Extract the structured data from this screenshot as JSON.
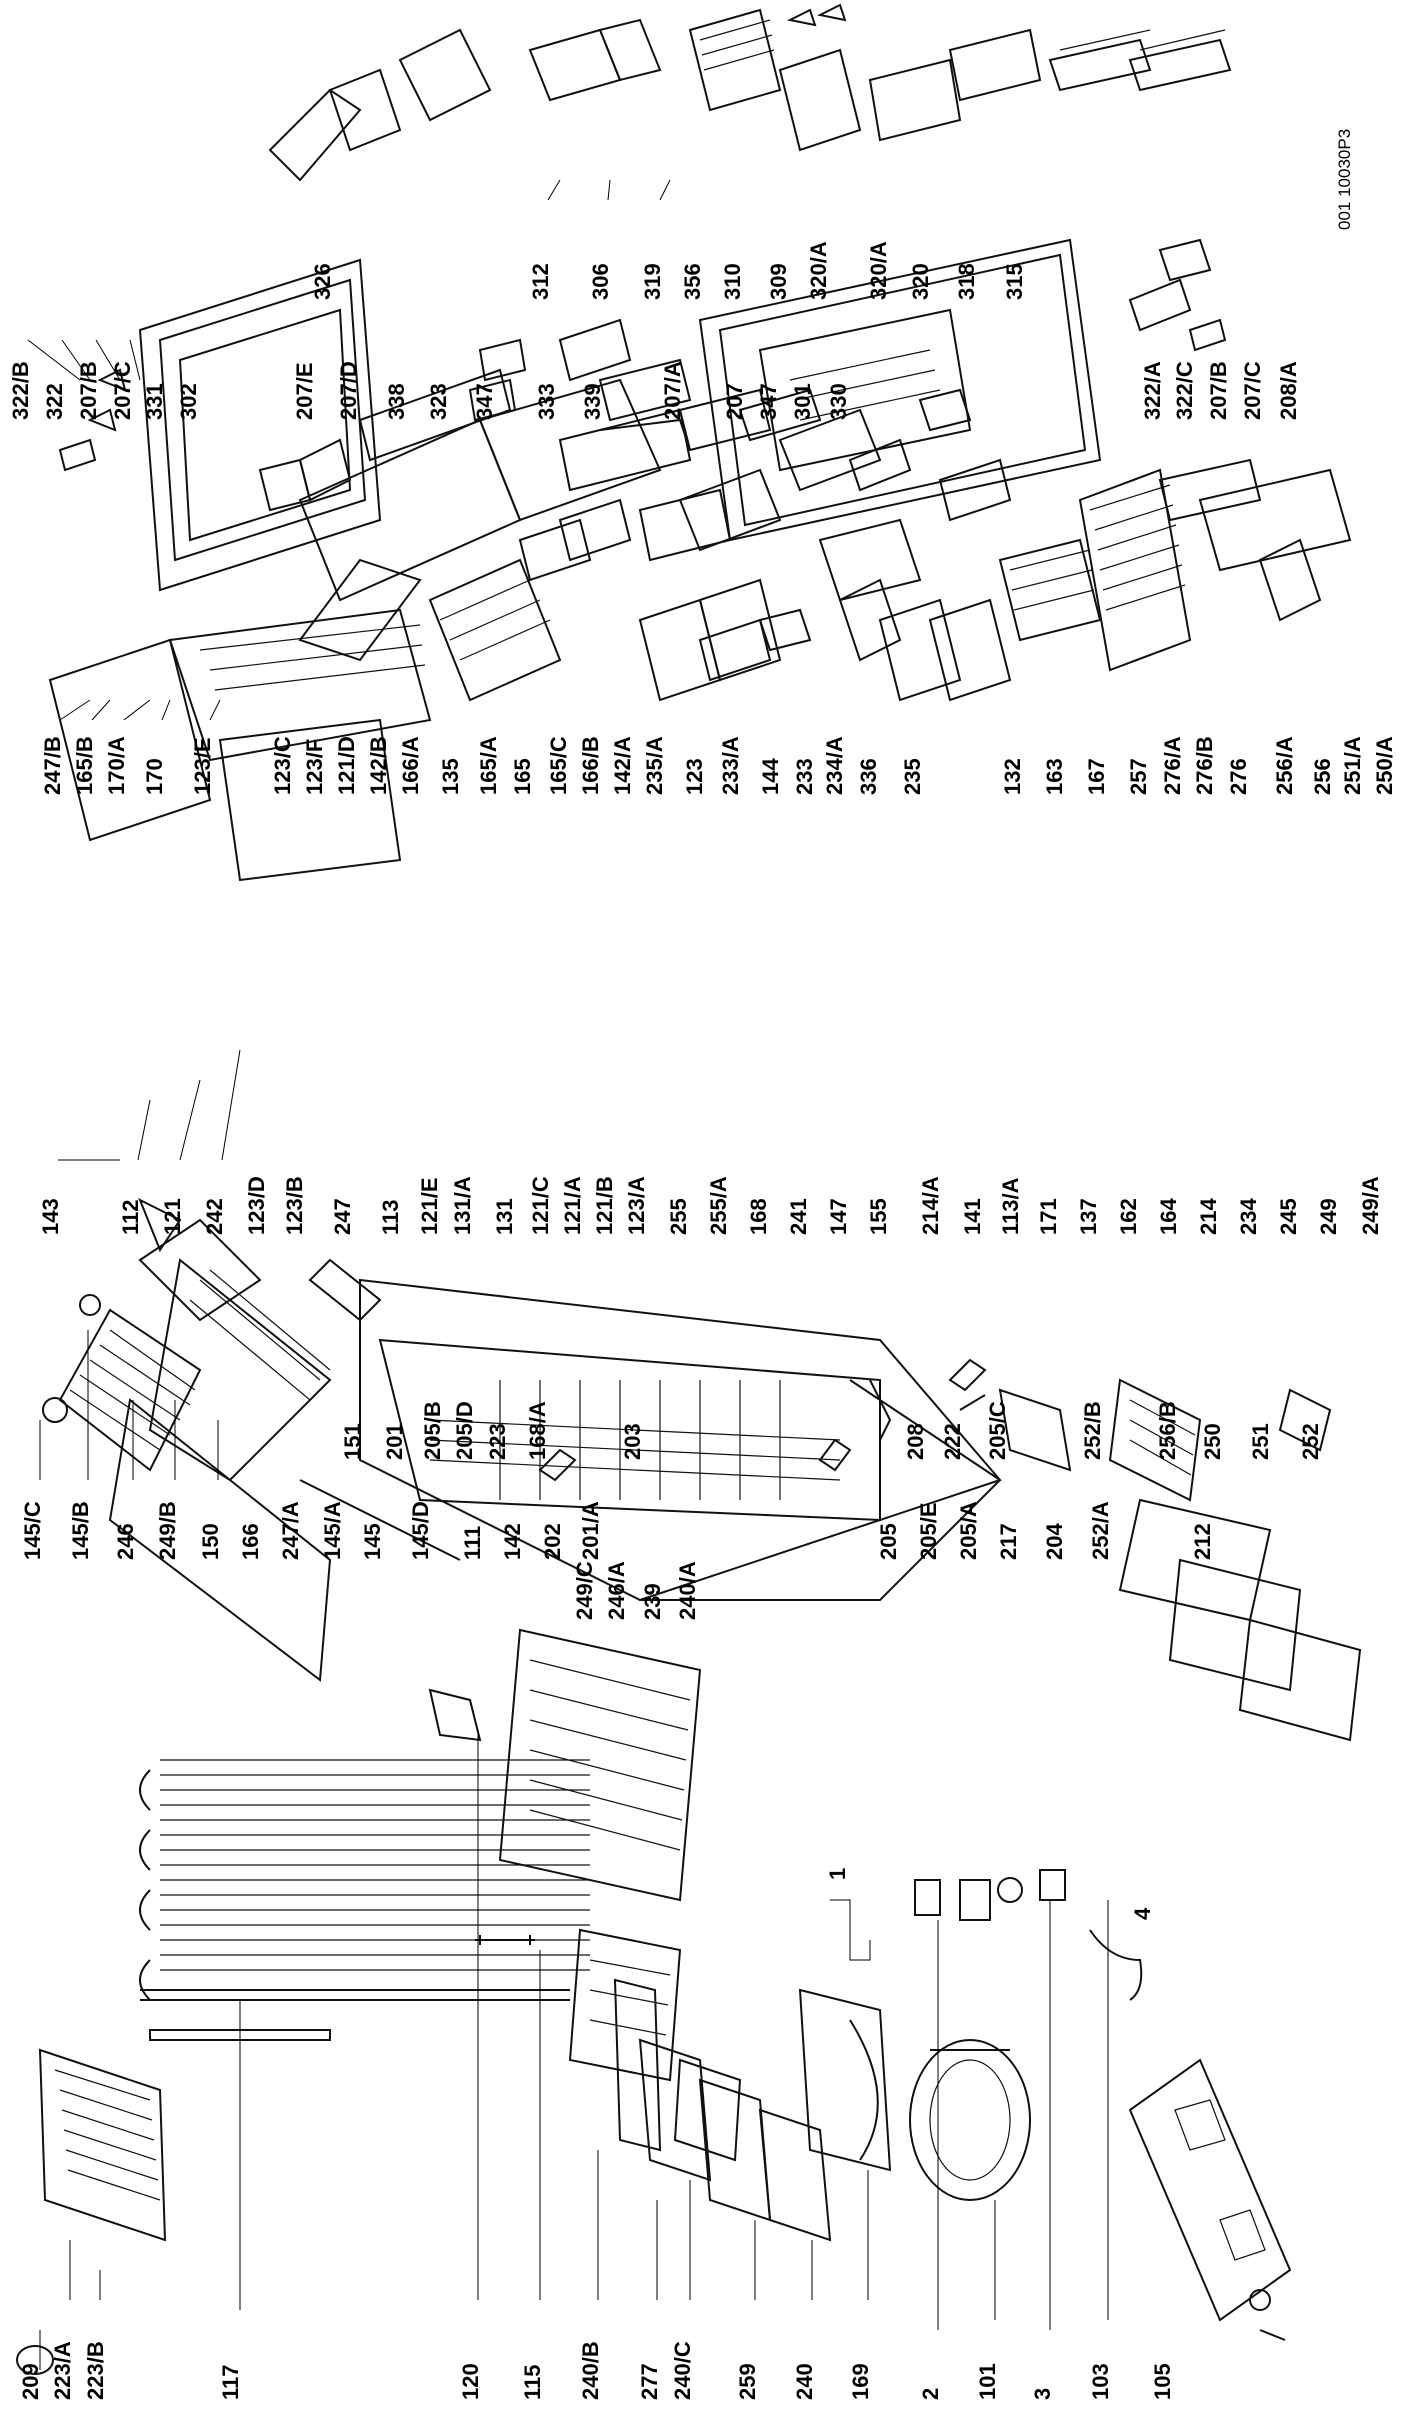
{
  "drawing_code": "001 10030P3",
  "groups": {
    "lower_left": [
      "209",
      "223/A",
      "223/B",
      "117",
      "120",
      "115",
      "240/B",
      "277",
      "240/C",
      "259",
      "240",
      "169",
      "2",
      "101",
      "3",
      "103",
      "105"
    ],
    "lower_middle": [
      "249/C",
      "246/A",
      "239",
      "240/A",
      "1",
      "4"
    ],
    "upper_left": [
      "145/C",
      "145/B",
      "246",
      "249/B",
      "150",
      "166",
      "247/A",
      "145/A",
      "145",
      "145/D",
      "111",
      "142",
      "202",
      "201/A",
      "205",
      "205/E",
      "205/A",
      "217",
      "204",
      "252/A",
      "212"
    ],
    "upper_mid": [
      "151",
      "201",
      "205/B",
      "205/D",
      "223",
      "168/A",
      "203",
      "208",
      "222",
      "205/C",
      "252/B",
      "256/B",
      "250",
      "251",
      "252"
    ],
    "right_col_a": [
      "143",
      "112",
      "121",
      "242",
      "123/D",
      "123/B",
      "247",
      "113",
      "121/E",
      "131/A",
      "131",
      "121/C",
      "121/A",
      "121/B",
      "123/A",
      "255",
      "255/A",
      "168",
      "241",
      "147",
      "155",
      "214/A",
      "141",
      "113/A",
      "171",
      "137",
      "162",
      "164",
      "214",
      "234",
      "245",
      "249",
      "249/A"
    ],
    "right_col_b": [
      "247/B",
      "165/B",
      "170/A",
      "170",
      "123/E",
      "123/C",
      "123/F",
      "121/D",
      "142/B",
      "166/A",
      "135",
      "165/A",
      "165",
      "165/C",
      "166/B",
      "142/A",
      "235/A",
      "123",
      "233/A",
      "144",
      "233",
      "234/A",
      "336",
      "235",
      "132",
      "163",
      "167",
      "257",
      "276/A",
      "276/B",
      "276",
      "256/A",
      "256",
      "251/A",
      "250/A"
    ],
    "door_left": [
      "322/B",
      "322",
      "207/B",
      "207/C",
      "331",
      "302",
      "207/E",
      "207/D",
      "338",
      "323",
      "347",
      "333",
      "339",
      "207/A",
      "207",
      "347",
      "301",
      "330",
      "322/A",
      "322/C",
      "207/B",
      "207/C",
      "208/A"
    ],
    "door_right": [
      "326",
      "312",
      "306",
      "319",
      "356",
      "310",
      "309",
      "320/A",
      "320/A",
      "320",
      "318",
      "315"
    ]
  }
}
